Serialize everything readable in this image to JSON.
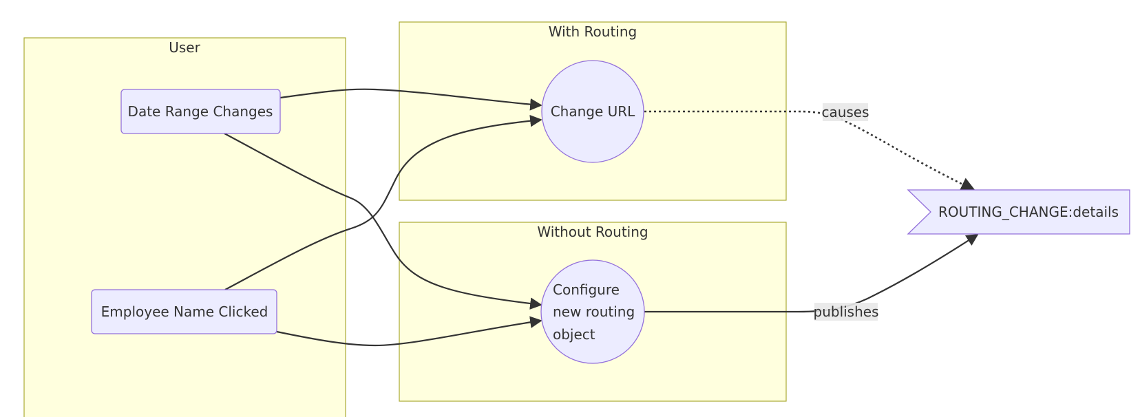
{
  "clusters": {
    "user": {
      "title": "User"
    },
    "with_routing": {
      "title": "With Routing"
    },
    "without_routing": {
      "title": "Without Routing"
    }
  },
  "nodes": {
    "date_range": {
      "label": "Date Range Changes"
    },
    "employee_name": {
      "label": "Employee Name Clicked"
    },
    "change_url": {
      "label": "Change URL"
    },
    "configure_routing": {
      "lines": [
        "Configure",
        "new routing",
        "object"
      ]
    },
    "routing_change": {
      "label": "ROUTING_CHANGE:details"
    }
  },
  "edges": {
    "causes": {
      "label": "causes"
    },
    "publishes": {
      "label": "publishes"
    }
  },
  "colors": {
    "cluster_fill": "#ffffde",
    "cluster_stroke": "#aaaa33",
    "node_fill": "#ececff",
    "node_stroke": "#9370db",
    "edge": "#333333",
    "edge_label_bg": "#e8e8e8"
  }
}
